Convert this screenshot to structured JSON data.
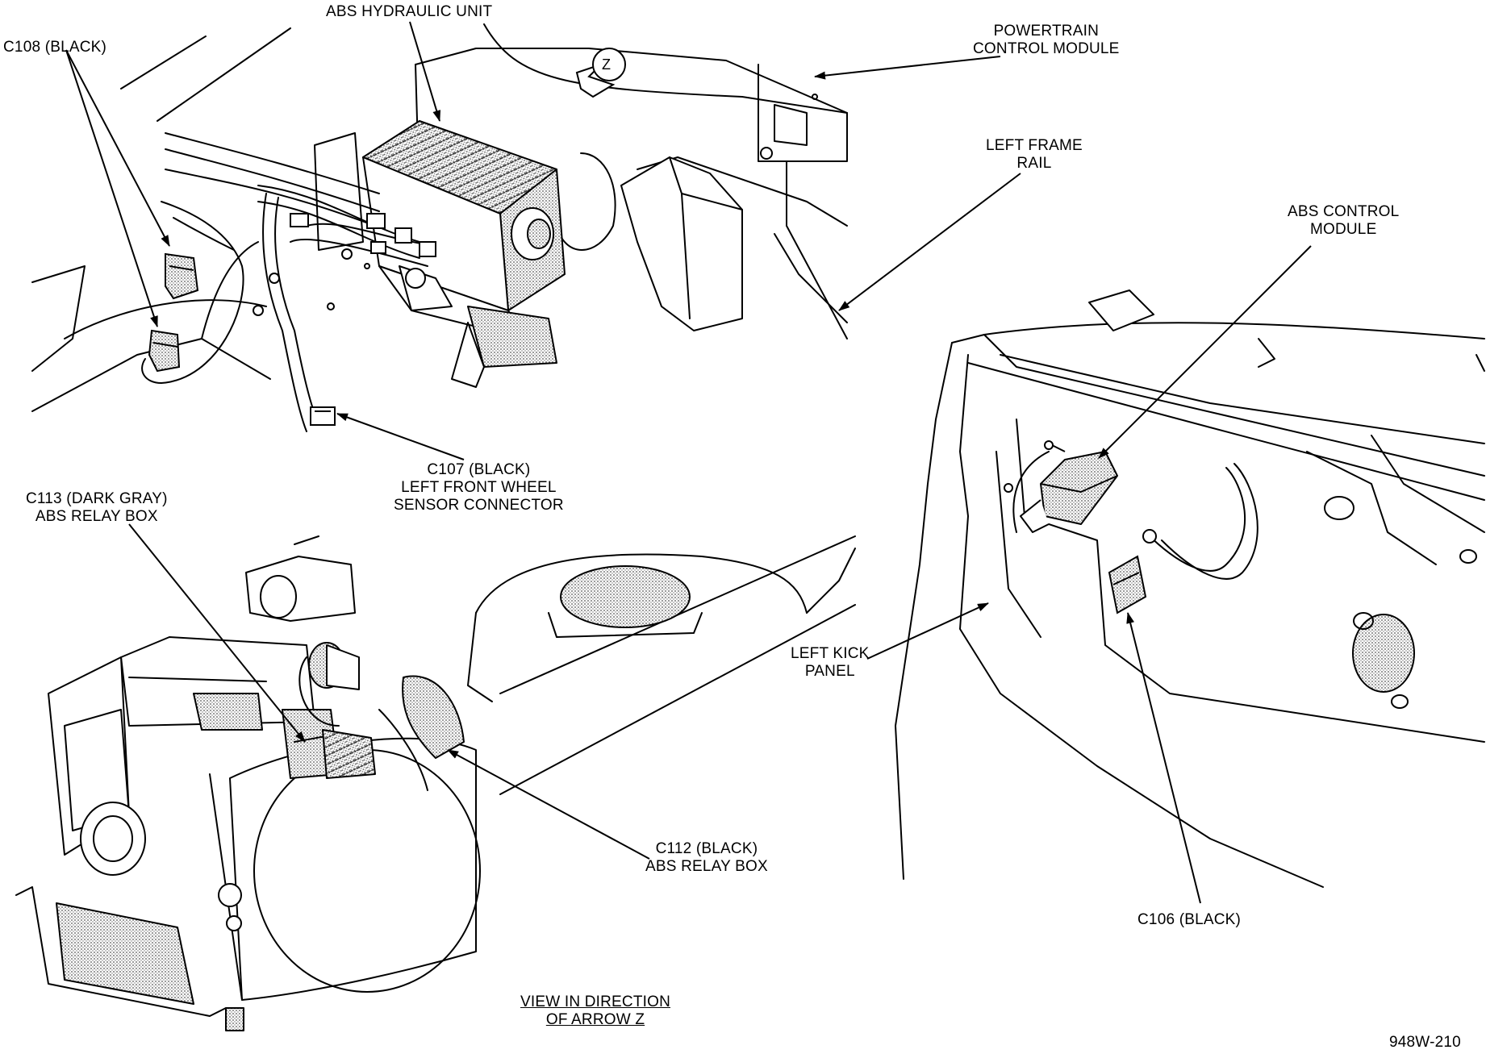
{
  "labels": {
    "abs_hydraulic_unit": "ABS HYDRAULIC UNIT",
    "c108": "C108 (BLACK)",
    "pcm_line1": "POWERTRAIN",
    "pcm_line2": "CONTROL MODULE",
    "left_frame_rail_line1": "LEFT FRAME",
    "left_frame_rail_line2": "RAIL",
    "abs_control_module_line1": "ABS CONTROL",
    "abs_control_module_line2": "MODULE",
    "c107_line1": "C107 (BLACK)",
    "c107_line2": "LEFT FRONT WHEEL",
    "c107_line3": "SENSOR CONNECTOR",
    "c113_line1": "C113 (DARK GRAY)",
    "c113_line2": "ABS RELAY BOX",
    "left_kick_panel_line1": "LEFT KICK",
    "left_kick_panel_line2": "PANEL",
    "c112_line1": "C112 (BLACK)",
    "c112_line2": "ABS RELAY BOX",
    "c106": "C106 (BLACK)",
    "view_line1": "VIEW IN DIRECTION",
    "view_line2": "OF ARROW Z",
    "arrow_z": "Z",
    "figure_id": "948W-210"
  }
}
